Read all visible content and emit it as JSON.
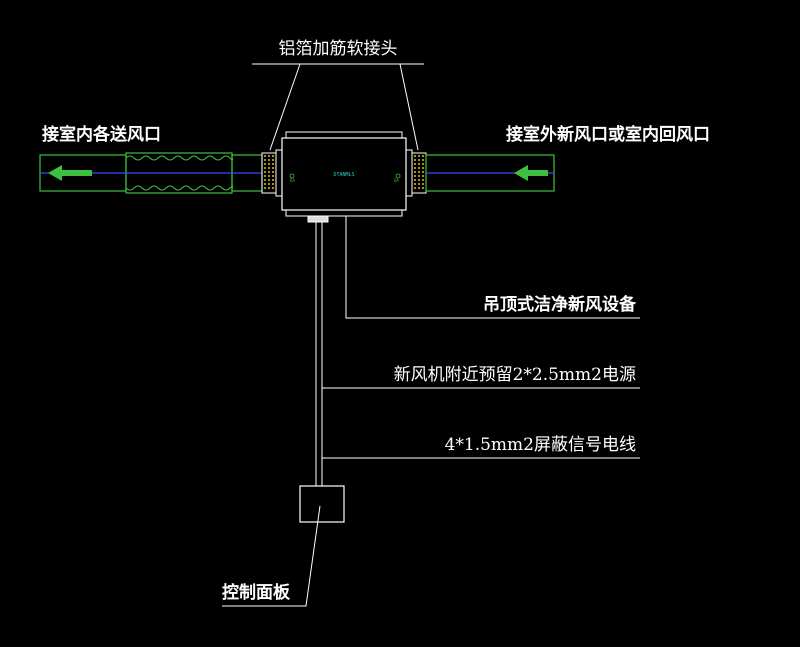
{
  "labels": {
    "top_connector": "铝箔加筋软接头",
    "left_outlet": "接室内各送风口",
    "right_inlet": "接室外新风口或室内回风口",
    "unit": "吊顶式洁净新风设备",
    "power": "新风机附近预留2*2.5mm2电源",
    "signal": "4*1.5mm2屏蔽信号电线",
    "panel": "控制面板",
    "unit_tag": "DTANMLS",
    "port_left": "EA",
    "port_right": "OA"
  },
  "colors": {
    "background": "#000000",
    "lines": "#ffffff",
    "duct": "#3fbf3f",
    "duct_axis": "#2f4fff",
    "arrow": "#3fbf3f",
    "connector": "#e6c21a",
    "tag": "#2ec8c0"
  },
  "icons": {
    "left_arrow": "arrow-left-icon",
    "right_arrow": "arrow-left-icon"
  }
}
